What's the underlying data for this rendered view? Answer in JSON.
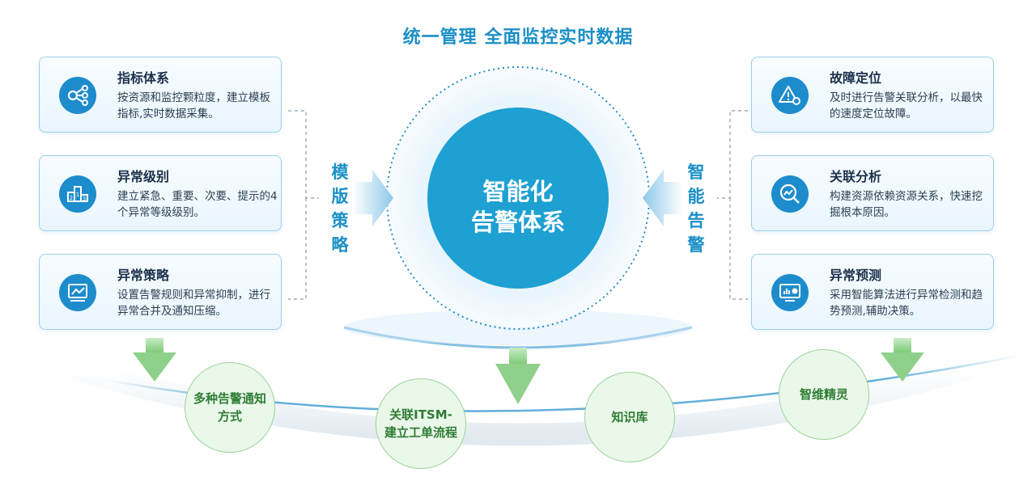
{
  "title": "统一管理 全面监控实时数据",
  "center": {
    "line1": "智能化",
    "line2": "告警体系"
  },
  "left_label": "模版策略",
  "right_label": "智能告警",
  "left_cards": [
    {
      "title": "指标体系",
      "desc": "按资源和监控颗粒度，建立模板指标,实时数据采集。",
      "icon": "share-nodes-icon"
    },
    {
      "title": "异常级别",
      "desc": "建立紧急、重要、次要、提示的4个异常等级级别。",
      "icon": "podium-icon"
    },
    {
      "title": "异常策略",
      "desc": "设置告警规则和异常抑制，进行异常合并及通知压缩。",
      "icon": "trend-monitor-icon"
    }
  ],
  "right_cards": [
    {
      "title": "故障定位",
      "desc": "及时进行告警关联分析，以最快的速度定位故障。",
      "icon": "warning-gear-icon"
    },
    {
      "title": "关联分析",
      "desc": "构建资源依赖资源关系，快速挖掘根本原因。",
      "icon": "analysis-search-icon"
    },
    {
      "title": "异常预测",
      "desc": "采用智能算法进行异常检测和趋势预测,辅助决策。",
      "icon": "chart-board-icon"
    }
  ],
  "bottom_nodes": [
    {
      "label": "多种告警通知方式"
    },
    {
      "label": "关联ITSM-建立工单流程"
    },
    {
      "label": "知识库"
    },
    {
      "label": "智维精灵"
    }
  ],
  "colors": {
    "primary": "#1d8ccc",
    "title": "#1a8fc7",
    "node_fill": "#eaf8ea",
    "node_text": "#2f7c33",
    "arrow_green": "#8fd18a"
  }
}
